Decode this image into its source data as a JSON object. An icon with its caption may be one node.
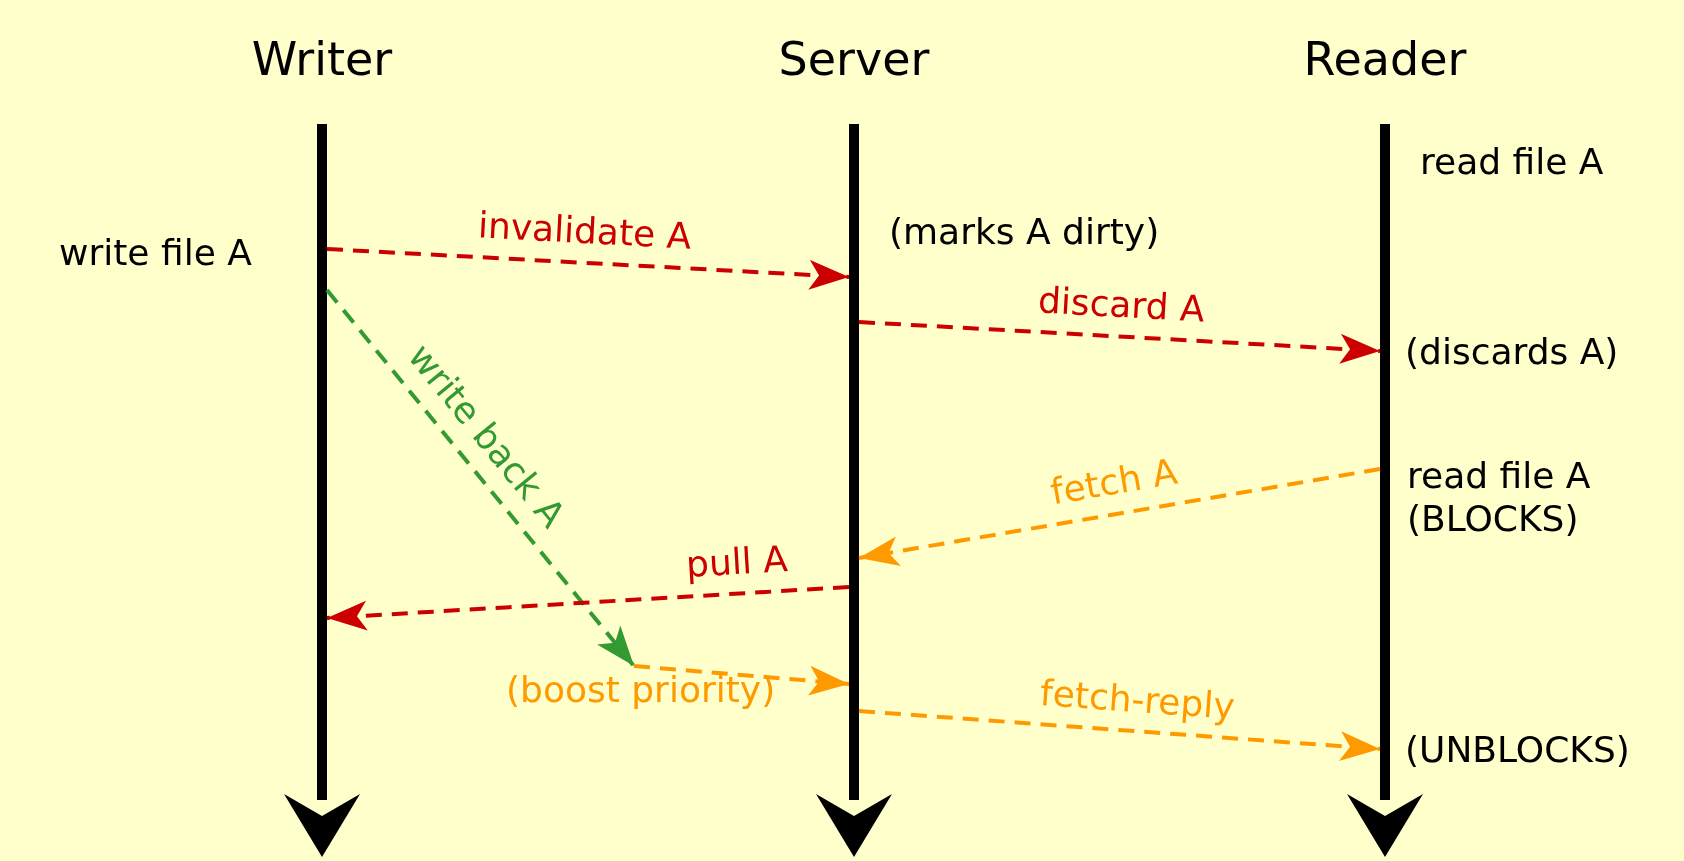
{
  "diagram": {
    "nodes": [
      {
        "text": [
          "Writer"
        ]
      },
      {
        "text": [
          "Server"
        ]
      },
      {
        "text": [
          "Reader"
        ]
      },
      {
        "text": [
          "(boost priority)"
        ]
      }
    ],
    "edges": [
      {
        "from": 0,
        "to": 1,
        "arrow": "to",
        "label": "invalidate A",
        "style": "dashed",
        "color": "#cc0000"
      },
      {
        "from": 0,
        "to": 3,
        "arrow": "to",
        "label": "write back A",
        "style": "dashed",
        "color": "#339933"
      },
      {
        "from": 1,
        "to": 2,
        "arrow": "to",
        "label": "discard A",
        "style": "dashed",
        "color": "#cc0000"
      },
      {
        "from": 2,
        "to": 1,
        "arrow": "to",
        "label": "fetch A",
        "style": "dashed",
        "color": "#ff9900"
      },
      {
        "from": 1,
        "to": 0,
        "arrow": "to",
        "label": "pull A",
        "style": "dashed",
        "color": "#cc0000"
      },
      {
        "from": 3,
        "to": 1,
        "arrow": "to",
        "style": "dashed",
        "color": "#ff9900"
      },
      {
        "from": 1,
        "to": 2,
        "arrow": "to",
        "label": "fetch-reply",
        "style": "dashed",
        "color": "#ff9900"
      }
    ],
    "labels": [
      "read file A",
      "(marks A dirty)",
      "write file A",
      "(discards A)",
      "read file A (BLOCKS)",
      "(UNBLOCKS)"
    ]
  }
}
